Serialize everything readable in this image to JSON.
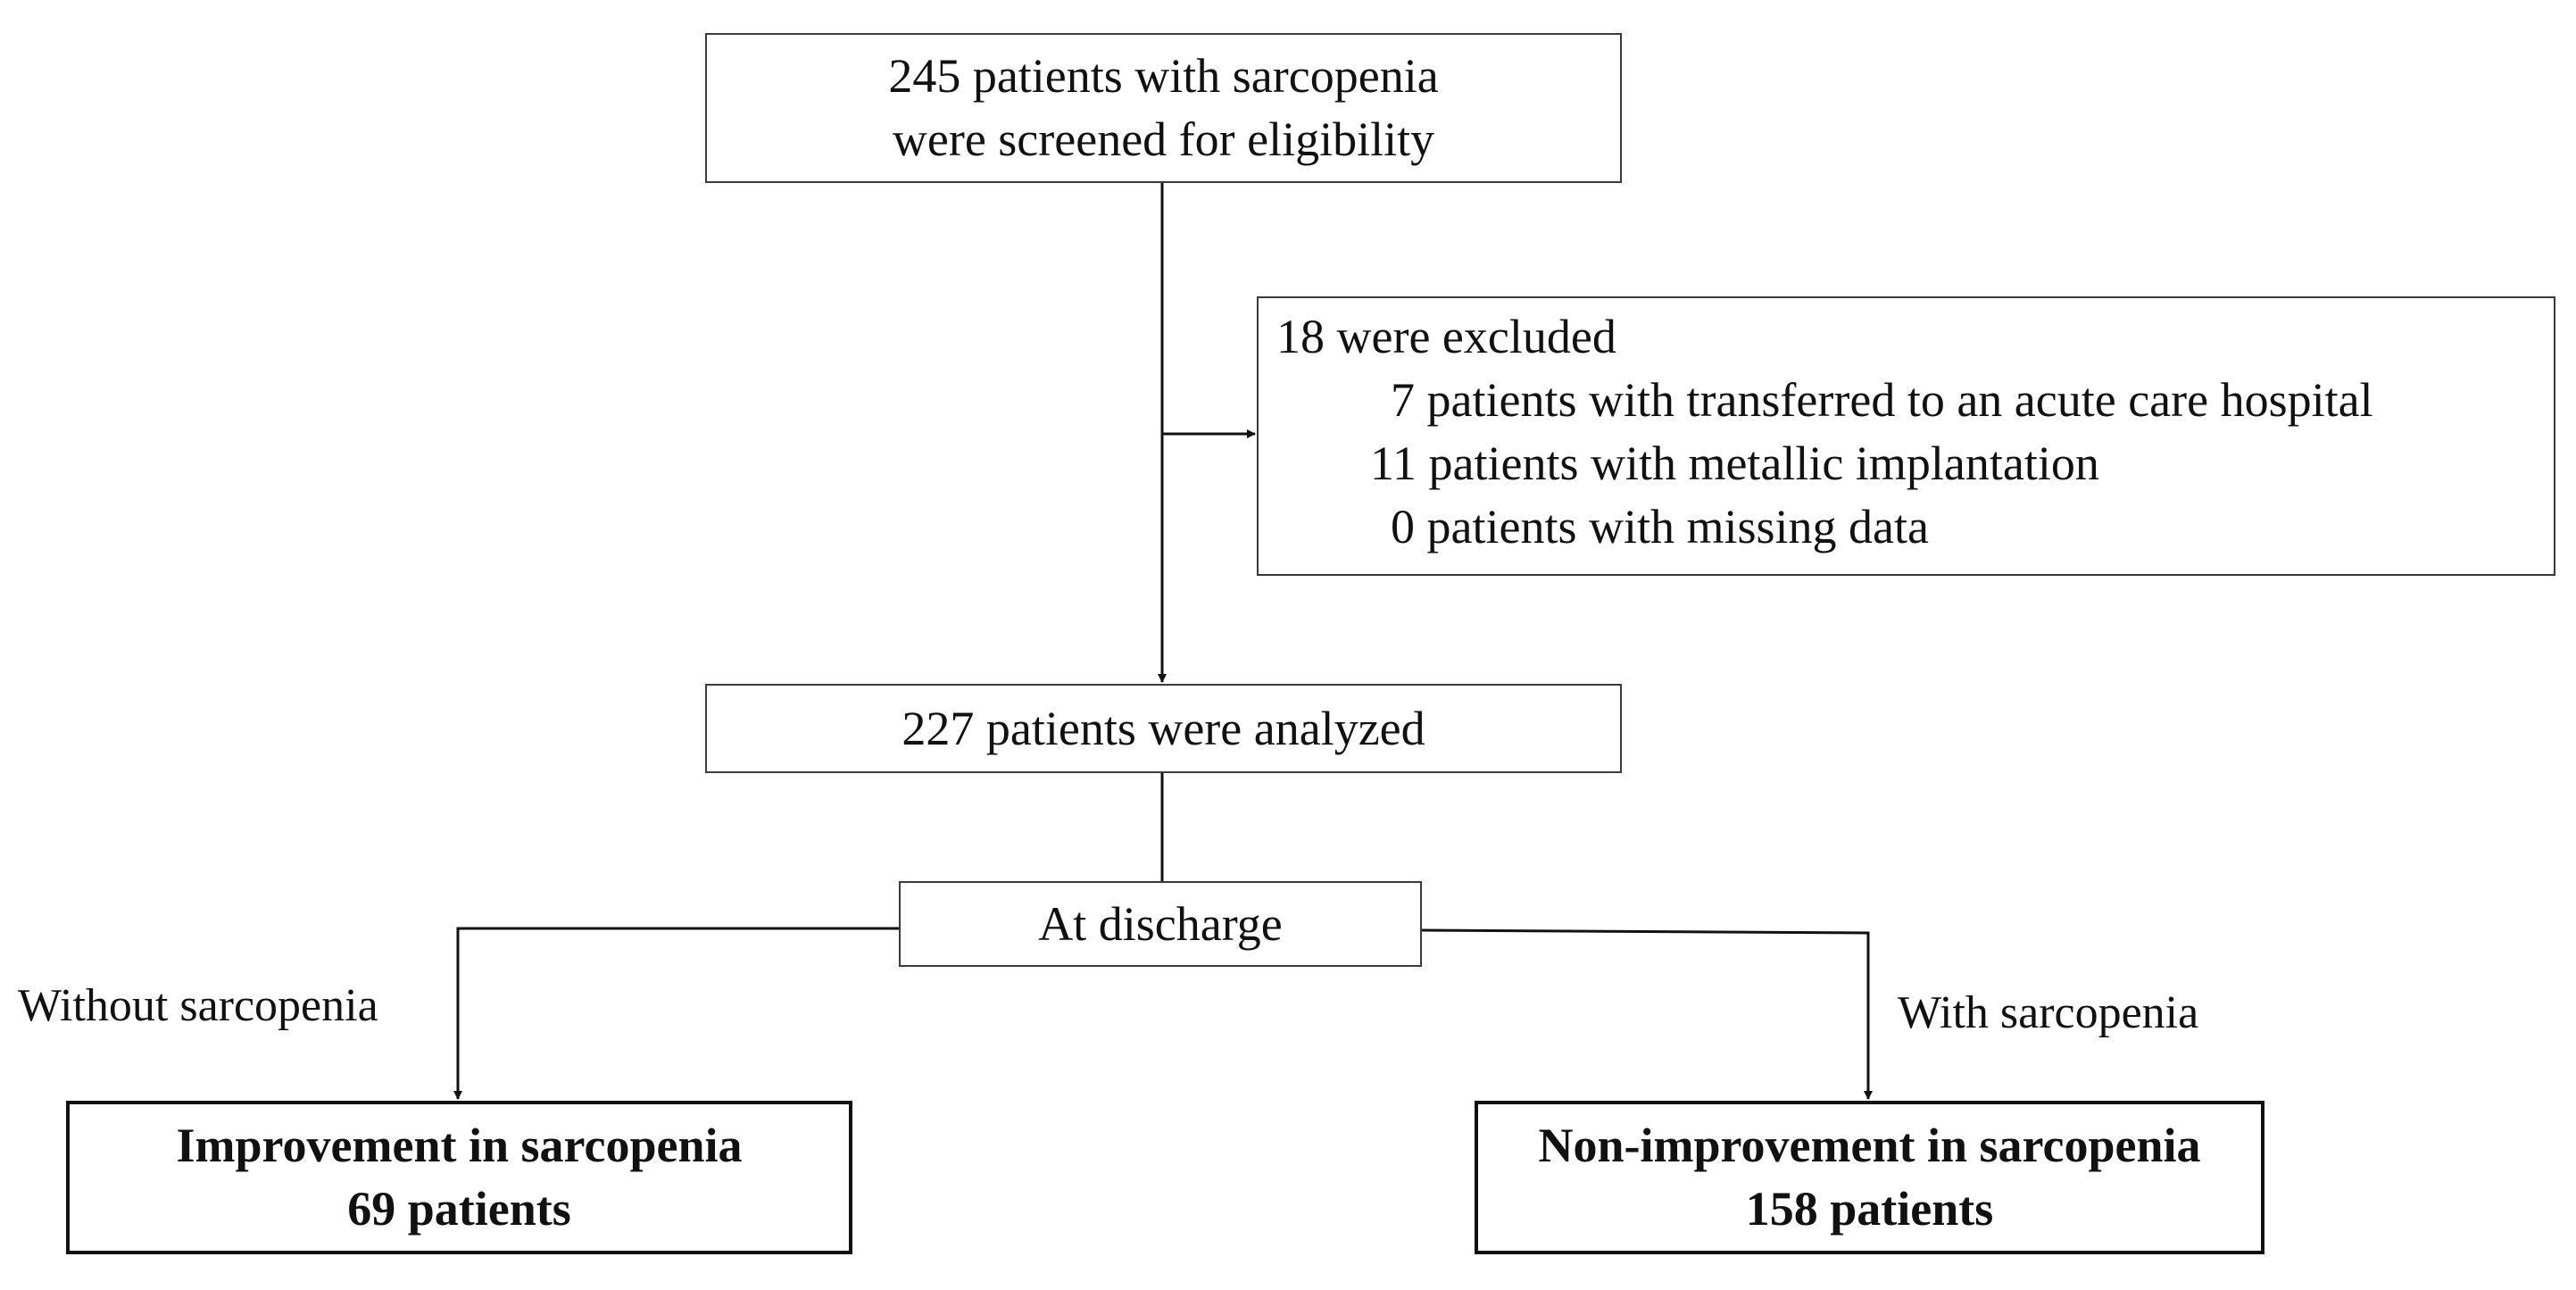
{
  "flowchart": {
    "screened": {
      "lines": [
        "245 patients with sarcopenia",
        "were screened for eligibility"
      ]
    },
    "excluded": {
      "title": "18 were excluded",
      "items": [
        "7 patients with transferred to an acute care hospital",
        "11 patients with metallic implantation",
        "0 patients with missing data"
      ]
    },
    "analyzed": {
      "text": "227 patients were analyzed"
    },
    "timepoint": {
      "text": "At discharge"
    },
    "branches": {
      "left_label": "Without sarcopenia",
      "right_label": "With sarcopenia"
    },
    "outcomes": {
      "improvement": {
        "title": "Improvement in sarcopenia",
        "count": "69 patients"
      },
      "non_improvement": {
        "title": "Non-improvement in sarcopenia",
        "count": "158 patients"
      }
    }
  }
}
